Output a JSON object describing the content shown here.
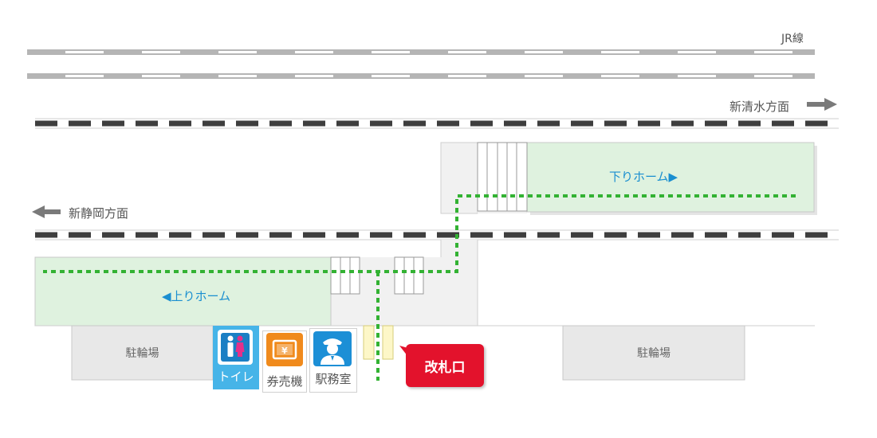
{
  "labels": {
    "jr_line": "JR線",
    "to_shin_shimizu": "新清水方面",
    "to_shin_shizuoka": "新静岡方面",
    "down_platform": "下りホーム▶",
    "up_platform": "◀上りホーム",
    "bicycle_parking_left": "駐輪場",
    "bicycle_parking_right": "駐輪場"
  },
  "facilities": {
    "toilet": "トイレ",
    "ticket_machine": "券売機",
    "station_office": "駅務室",
    "ticket_gate": "改札口"
  },
  "colors": {
    "platform_fill": "#dff2df",
    "route_dots": "#33b233",
    "toilet_blue": "#46b4e8",
    "ticket_orange": "#f08a1c",
    "office_blue": "#1c8fd6",
    "gate_red": "#e3122c",
    "rail_dark": "#3e3e3e",
    "rail_jr": "#b5b5b5"
  },
  "icons": [
    "arrow-left-icon",
    "arrow-right-icon",
    "toilet-icon",
    "ticket-machine-icon",
    "station-staff-icon"
  ]
}
